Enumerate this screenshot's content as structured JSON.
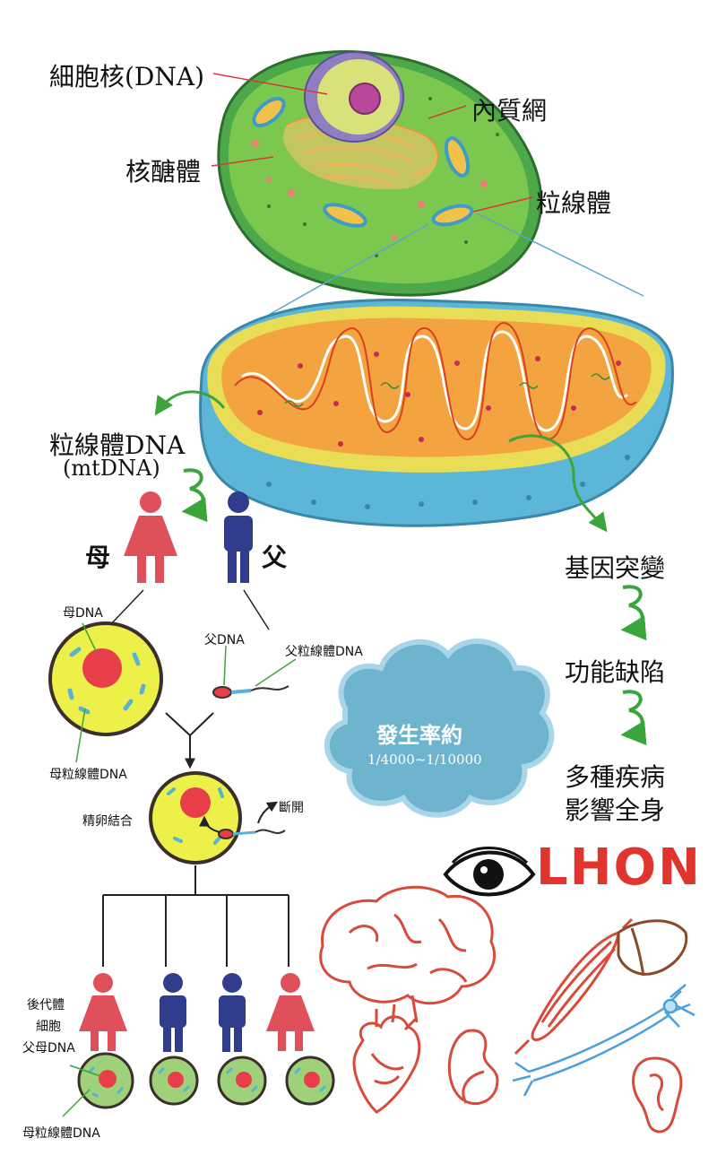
{
  "cell": {
    "nucleus_label": "細胞核(DNA)",
    "er_label": "內質網",
    "ribosome_label": "核醣體",
    "mito_label": "粒線體"
  },
  "mito_dna": {
    "line1": "粒線體DNA",
    "line2": "(mtDNA)"
  },
  "parents": {
    "mother": "母",
    "father": "父",
    "mother_dna": "母DNA",
    "father_dna": "父DNA",
    "father_mito_dna": "父粒線體DNA",
    "mother_mito_dna": "母粒線體DNA",
    "fertilization": "精卵結合",
    "break_off": "斷開"
  },
  "offspring": {
    "label1": "後代體",
    "label2": "細胞",
    "parents_dna": "父母DNA",
    "mother_mito_dna": "母粒線體DNA"
  },
  "flow": {
    "step1": "基因突變",
    "step2": "功能缺陷",
    "step3a": "多種疾病",
    "step3b": "影響全身"
  },
  "incidence": {
    "title": "發生率約",
    "value": "1/4000~1/10000"
  },
  "disease": "LHON",
  "colors": {
    "cell_green": "#6cbf3f",
    "mito_blue": "#5cb6d8",
    "mito_orange": "#f2a23c",
    "female_red": "#e0505a",
    "male_blue": "#2f3d8c",
    "egg_yellow": "#eef04a",
    "arrow_green": "#3aa53a",
    "cloud_blue": "#6fb4cf",
    "lhon_red": "#e0342f"
  }
}
